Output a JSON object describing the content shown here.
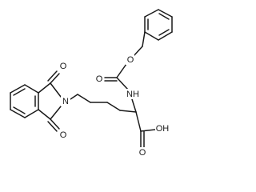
{
  "atoms": {
    "o_imide_top": "O",
    "o_imide_bottom": "O",
    "n_imide": "N",
    "o_ester": "O",
    "o_carbamate": "O",
    "nh": "NH",
    "oh": "OH",
    "o_acid": "O"
  }
}
